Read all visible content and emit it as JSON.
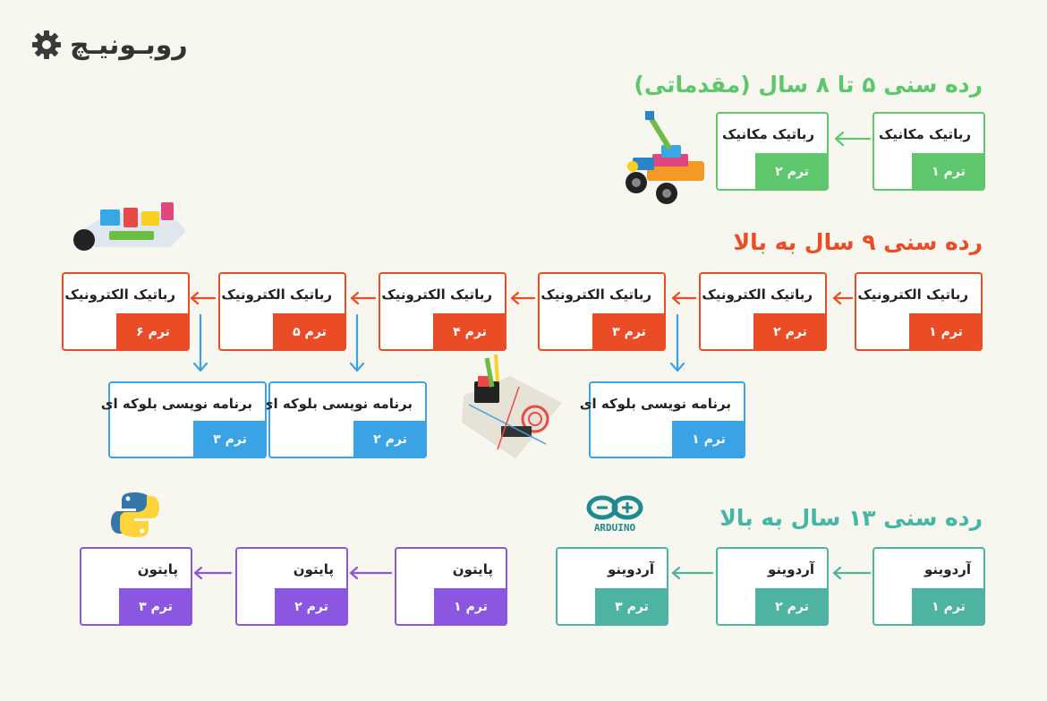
{
  "brand": {
    "logo_text": "روبـونیـچ"
  },
  "colors": {
    "green": "#5ec66d",
    "red": "#ea4c26",
    "blue": "#3aa3e6",
    "teal": "#4fb3a1",
    "purple": "#8b57e0",
    "heading_teal": "#45b6a3"
  },
  "sections": {
    "age5": {
      "heading": "رده سنی ۵ تا ۸ سال (مقدماتی)",
      "cards": [
        {
          "title": "رباتیک مکانیک",
          "term": "ترم ۱"
        },
        {
          "title": "رباتیک مکانیک",
          "term": "ترم ۲"
        }
      ]
    },
    "age9": {
      "heading": "رده سنی ۹ سال به بالا",
      "electronics": [
        {
          "title": "رباتیک الکترونیک",
          "term": "ترم ۱"
        },
        {
          "title": "رباتیک الکترونیک",
          "term": "ترم ۲"
        },
        {
          "title": "رباتیک الکترونیک",
          "term": "ترم ۳"
        },
        {
          "title": "رباتیک الکترونیک",
          "term": "ترم ۴"
        },
        {
          "title": "رباتیک الکترونیک",
          "term": "ترم ۵"
        },
        {
          "title": "رباتیک الکترونیک",
          "term": "ترم ۶"
        }
      ],
      "block": [
        {
          "title": "برنامه نویسی بلوکه ای",
          "term": "ترم ۱"
        },
        {
          "title": "برنامه نویسی بلوکه ای",
          "term": "ترم ۲"
        },
        {
          "title": "برنامه نویسی بلوکه ای",
          "term": "ترم ۳"
        }
      ]
    },
    "age13": {
      "heading": "رده سنی ۱۳ سال به بالا",
      "arduino": [
        {
          "title": "آردوینو",
          "term": "ترم ۱"
        },
        {
          "title": "آردوینو",
          "term": "ترم ۲"
        },
        {
          "title": "آردوینو",
          "term": "ترم ۳"
        }
      ],
      "python": [
        {
          "title": "پایتون",
          "term": "ترم ۱"
        },
        {
          "title": "پایتون",
          "term": "ترم ۲"
        },
        {
          "title": "پایتون",
          "term": "ترم ۳"
        }
      ],
      "arduino_logo_text": "ARDUINO"
    }
  }
}
